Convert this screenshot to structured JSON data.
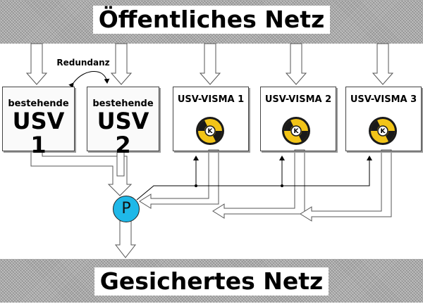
{
  "top_bar": {
    "label": "Öffentliches Netz"
  },
  "bottom_bar": {
    "label": "Gesichertes Netz"
  },
  "redundancy_label": "Redundanz",
  "usv_units": [
    {
      "small": "bestehende",
      "big": "USV 1"
    },
    {
      "small": "bestehende",
      "big": "USV 2"
    }
  ],
  "visma_units": [
    {
      "label": "USV-VISMA 1"
    },
    {
      "label": "USV-VISMA 2"
    },
    {
      "label": "USV-VISMA 3"
    }
  ],
  "node": {
    "label": "P",
    "color": "#1fb8e8"
  },
  "colors": {
    "hatch": "#a9a9a9",
    "flywheel": "#f2c418",
    "flywheel_dark": "#1a1a1a"
  },
  "icons": {
    "flywheel": "flywheel-k-icon"
  }
}
